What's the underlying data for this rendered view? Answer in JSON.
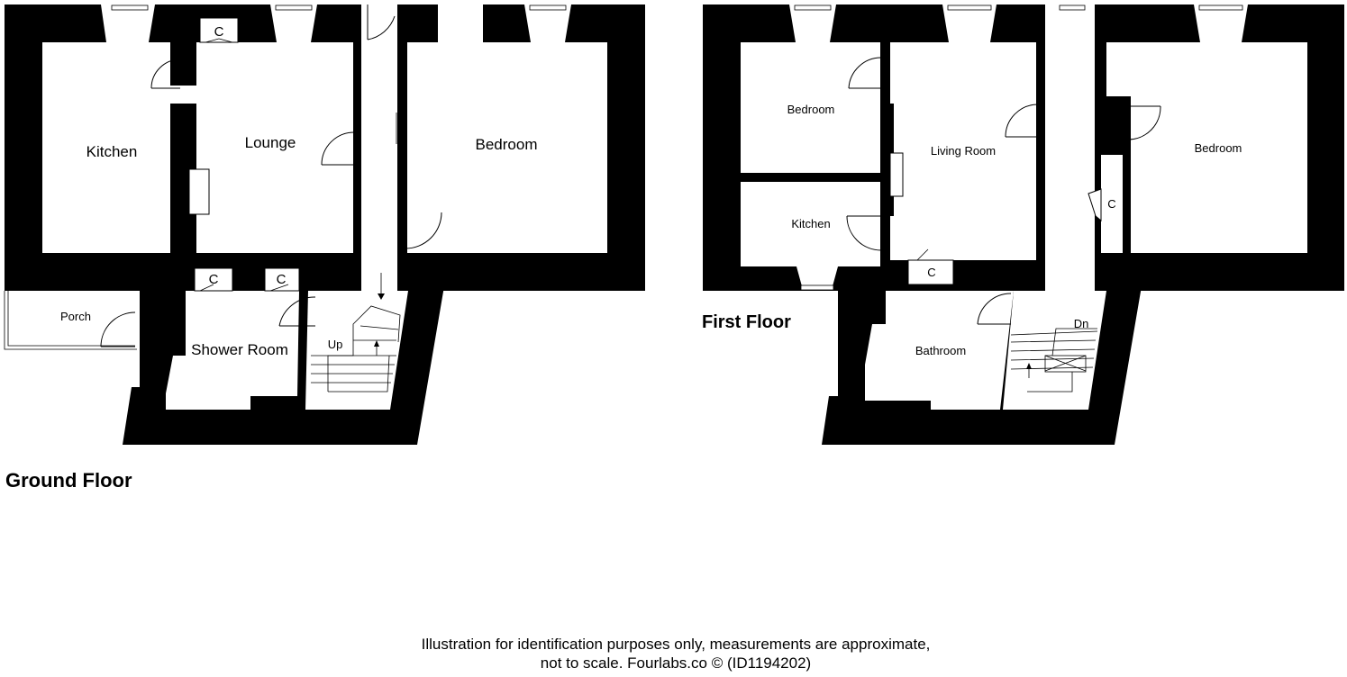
{
  "ground_floor": {
    "title": "Ground Floor",
    "rooms": {
      "kitchen": "Kitchen",
      "lounge": "Lounge",
      "bedroom": "Bedroom",
      "porch": "Porch",
      "shower_room": "Shower Room"
    },
    "cupboard_label": "C",
    "stairs_label": "Up"
  },
  "first_floor": {
    "title": "First Floor",
    "rooms": {
      "bedroom_left": "Bedroom",
      "kitchen": "Kitchen",
      "living_room": "Living Room",
      "bedroom_right": "Bedroom",
      "bathroom": "Bathroom"
    },
    "cupboard_label": "C",
    "stairs_label": "Dn"
  },
  "disclaimer": {
    "line1": "Illustration for identification purposes only, measurements are approximate,",
    "line2": "not to scale. Fourlabs.co © (ID1194202)"
  }
}
